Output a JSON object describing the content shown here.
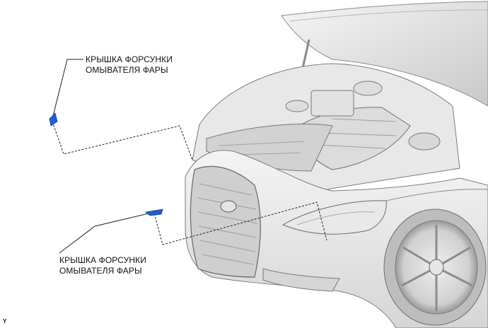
{
  "figure": {
    "callouts": [
      {
        "line1": "КРЫШКА ФОРСУНКИ",
        "line2": "ОМЫВАТЕЛЯ ФАРЫ"
      },
      {
        "line1": "КРЫШКА ФОРСУНКИ",
        "line2": "ОМЫВАТЕЛЯ ФАРЫ"
      }
    ],
    "view_code": "Y",
    "part_color": "#1f5fd6",
    "line_color": "#222222"
  }
}
